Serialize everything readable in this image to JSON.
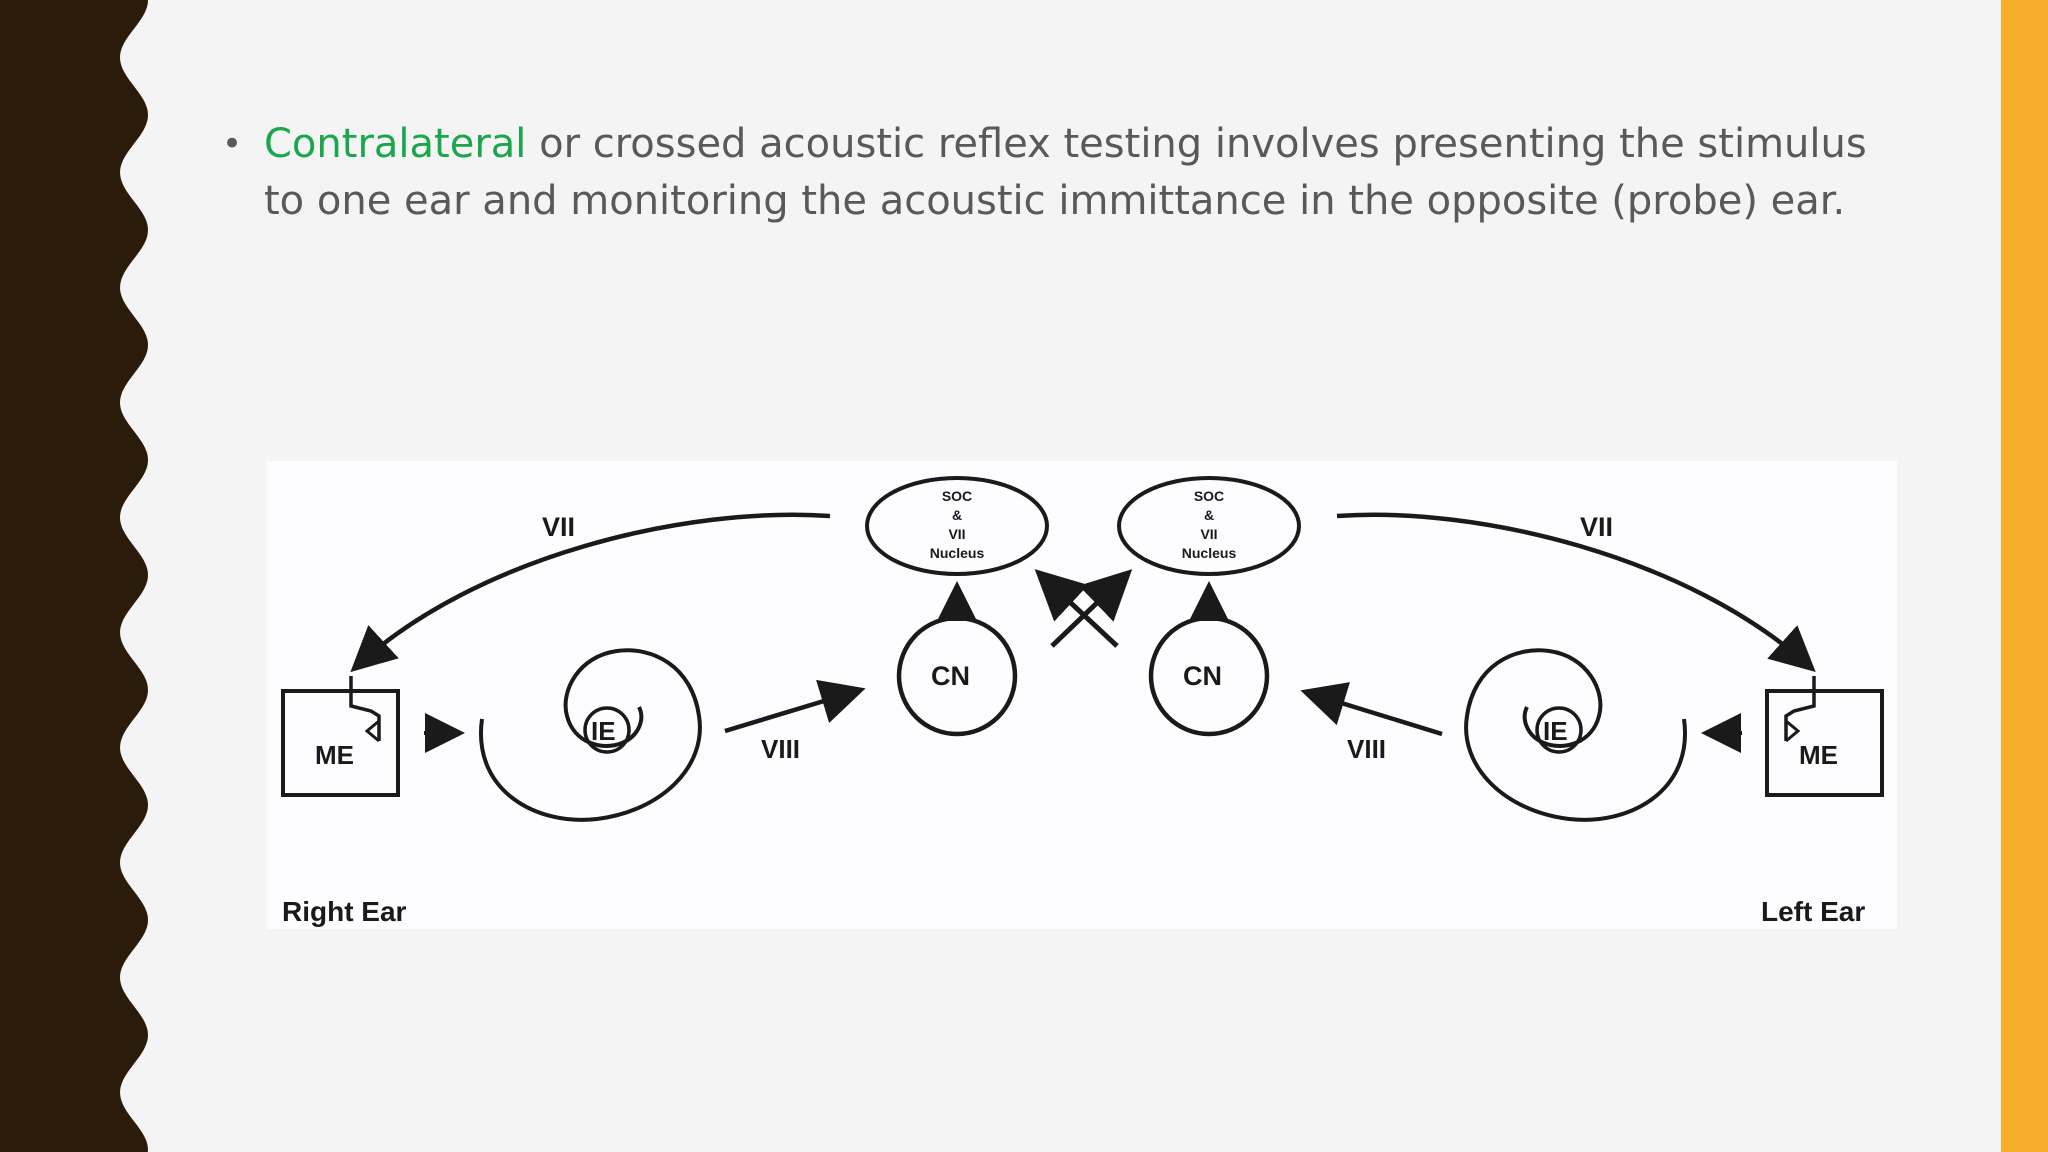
{
  "theme": {
    "background": "#f4f4f4",
    "left_wave_color": "#2b1b0b",
    "right_bar_color": "#f5ad2a",
    "highlight_color": "#1aa64a",
    "text_color": "#595959"
  },
  "bullet": {
    "highlight": "Contralateral",
    "text": " or crossed acoustic reflex testing involves presenting the stimulus to one ear and monitoring the acoustic immittance in the opposite (probe) ear."
  },
  "diagram": {
    "right_side": {
      "ear_label": "Right Ear",
      "middle_ear": "ME",
      "inner_ear": "IE",
      "nerve_viii": "VIII",
      "nerve_vii": "VII",
      "cochlear_nucleus": "CN",
      "soc_lines": [
        "SOC",
        "&",
        "VII",
        "Nucleus"
      ]
    },
    "left_side": {
      "ear_label": "Left Ear",
      "middle_ear": "ME",
      "inner_ear": "IE",
      "nerve_viii": "VIII",
      "nerve_vii": "VII",
      "cochlear_nucleus": "CN",
      "soc_lines": [
        "SOC",
        "&",
        "VII",
        "Nucleus"
      ]
    }
  }
}
